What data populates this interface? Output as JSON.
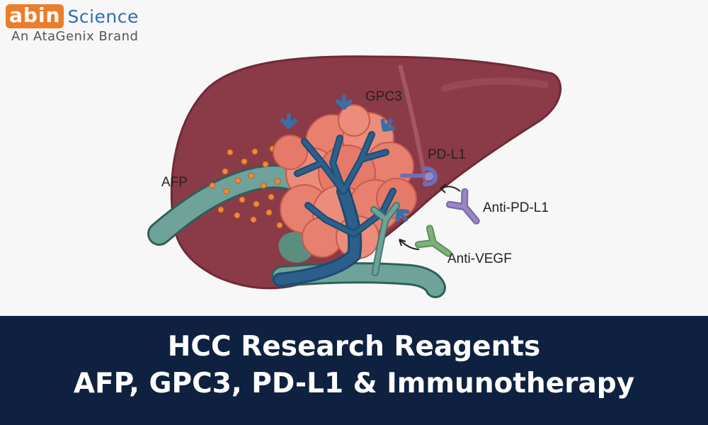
{
  "logo": {
    "abin": "abin",
    "science": "Science",
    "tagline": "An AtaGenix Brand"
  },
  "diagram": {
    "labels": {
      "gpc3": "GPC3",
      "pdl1": "PD-L1",
      "afp": "AFP",
      "anti_pdl1": "Anti-PD-L1",
      "anti_vegf": "Anti-VEGF"
    },
    "icons": [
      "liver-icon",
      "tumor-icon",
      "antibody-icon",
      "arrow-icon"
    ]
  },
  "banner": {
    "line1": "HCC Research Reagents",
    "line2": "AFP, GPC3, PD-L1 & Immunotherapy"
  },
  "colors": {
    "liver": "#8b3a47",
    "tumor": "#e8806f",
    "vessel": "#2c5f8a",
    "duct": "#6fa39a",
    "afp_dots": "#f08a3a",
    "anti_pdl1": "#9a86c4",
    "anti_vegf": "#7fb07a",
    "banner": "#0f2140",
    "brand_orange": "#ec7d2c",
    "brand_blue": "#2f6fb5"
  }
}
